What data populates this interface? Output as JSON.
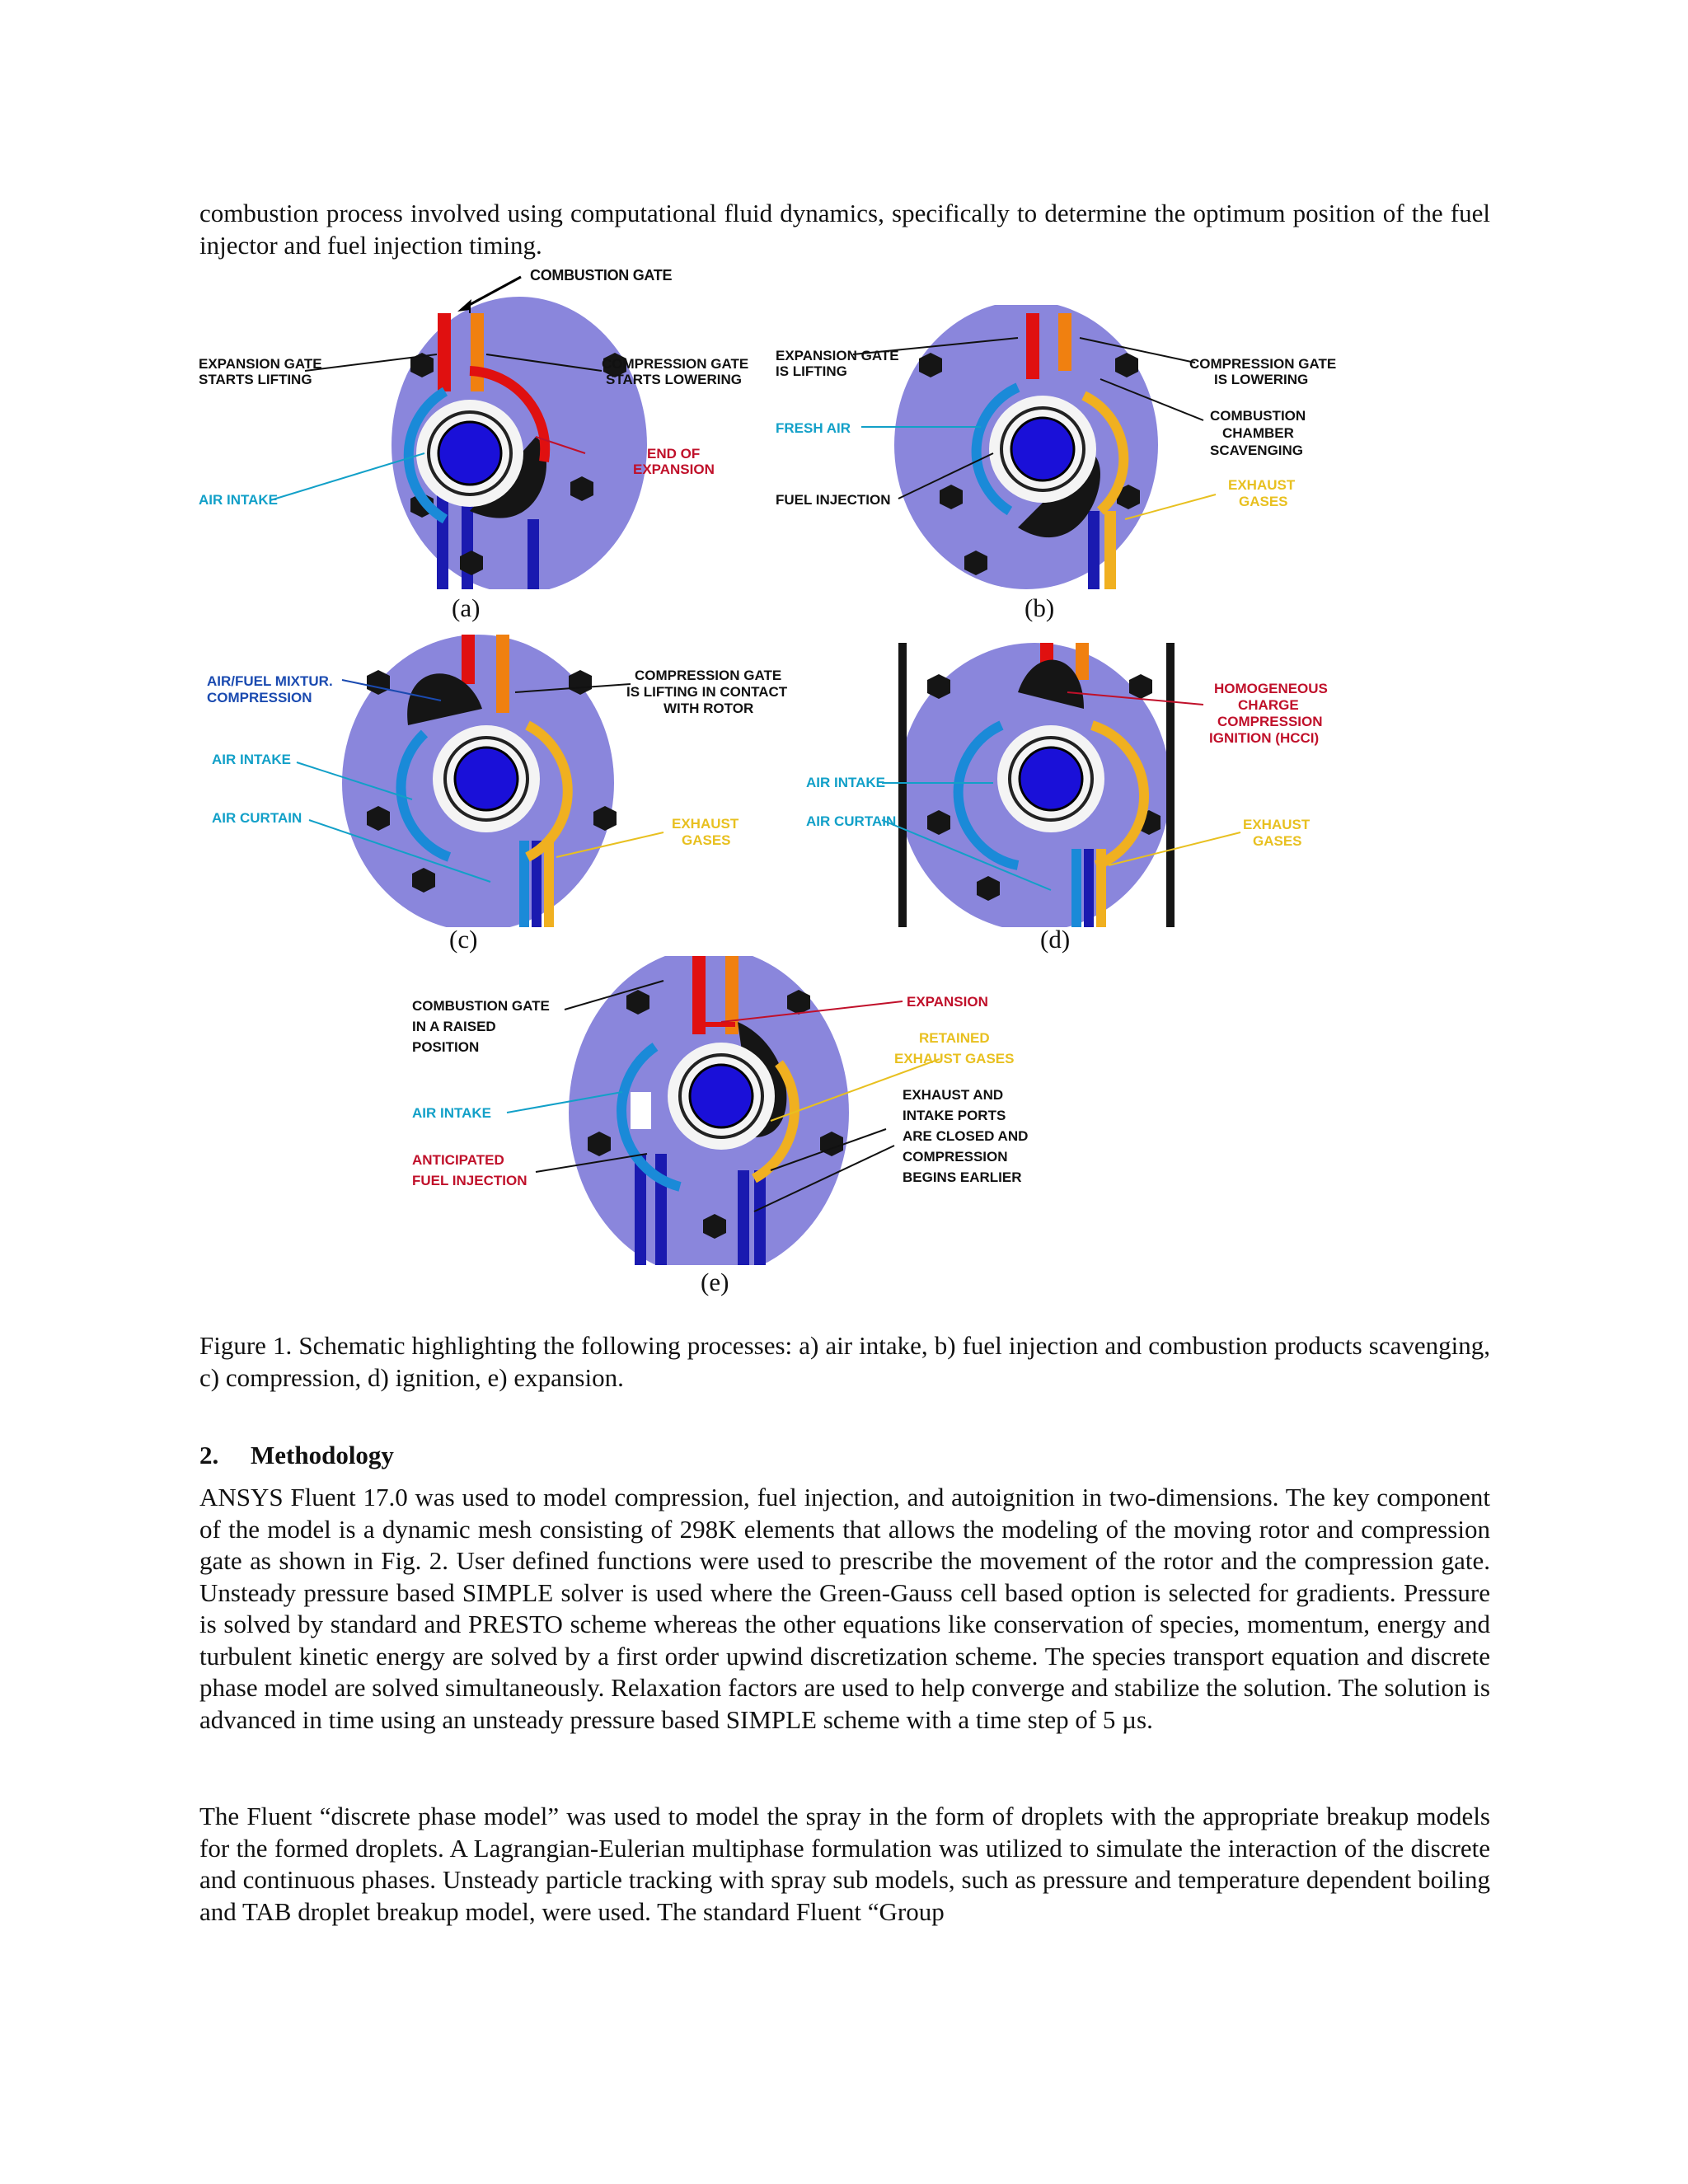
{
  "intro_text": "combustion process involved using computational fluid dynamics, specifically to determine the optimum position of the fuel injector and fuel injection timing.",
  "figure": {
    "top_label": "COMBUSTION GATE",
    "panels": [
      {
        "id": "a",
        "caption": "(a)",
        "labels": [
          "EXPANSION GATE",
          "STARTS LIFTING",
          "COMPRESSION GATE",
          "STARTS LOWERING",
          "END OF",
          "EXPANSION",
          "AIR INTAKE"
        ]
      },
      {
        "id": "b",
        "caption": "(b)",
        "labels": [
          "EXPANSION GATE",
          "IS LIFTING",
          "COMPRESSION GATE",
          "IS LOWERING",
          "FRESH AIR",
          "COMBUSTION",
          "CHAMBER",
          "SCAVENGING",
          "FUEL INJECTION",
          "EXHAUST",
          "GASES"
        ]
      },
      {
        "id": "c",
        "caption": "(c)",
        "labels": [
          "AIR/FUEL MIXTUR.",
          "COMPRESSION",
          "COMPRESSION GATE",
          "IS LIFTING IN CONTACT",
          "WITH ROTOR",
          "AIR INTAKE",
          "AIR CURTAIN",
          "EXHAUST",
          "GASES"
        ]
      },
      {
        "id": "d",
        "caption": "(d)",
        "labels": [
          "HOMOGENEOUS",
          "CHARGE",
          "COMPRESSION",
          "IGNITION (HCCI)",
          "AIR INTAKE",
          "AIR CURTAIN",
          "EXHAUST",
          "GASES"
        ]
      },
      {
        "id": "e",
        "caption": "(e)",
        "labels": [
          "COMBUSTION GATE",
          "IN A RAISED",
          "POSITION",
          "EXPANSION",
          "RETAINED",
          "EXHAUST GASES",
          "AIR INTAKE",
          "EXHAUST AND",
          "INTAKE PORTS",
          "ARE CLOSED AND",
          "COMPRESSION",
          "BEGINS EARLIER",
          "ANTICIPATED",
          "FUEL INJECTION"
        ]
      }
    ],
    "caption": "Figure 1. Schematic highlighting the following processes: a) air intake, b) fuel injection and combustion products scavenging, c) compression, d) ignition, e) expansion."
  },
  "section": {
    "number": "2.",
    "title": "Methodology"
  },
  "paragraph1": "ANSYS Fluent 17.0 was used to model compression, fuel injection, and autoignition in two-dimensions. The key component of the model is a dynamic mesh consisting of 298K elements that allows the modeling of the moving rotor and compression gate as shown in Fig. 2. User defined functions were used to prescribe the movement of the rotor and the compression gate. Unsteady pressure based SIMPLE solver is used where the Green-Gauss cell based option is selected for gradients. Pressure is solved by standard and PRESTO scheme whereas the other equations like conservation of species, momentum, energy and turbulent kinetic energy are solved by a first order upwind discretization scheme. The species transport equation and discrete phase model are solved simultaneously. Relaxation factors are used to help converge and stabilize the solution. The solution is advanced in time using an unsteady pressure based SIMPLE scheme with a time step of 5 µs.",
  "paragraph2": "The Fluent “discrete phase model” was used to model the spray in the form of droplets with the appropriate breakup models for the formed droplets. A Lagrangian-Eulerian multiphase formulation was utilized to simulate the interaction of the discrete and continuous phases. Unsteady particle tracking with spray sub models, such as pressure and temperature dependent boiling and TAB droplet breakup model, were used. The standard Fluent “Group",
  "colors": {
    "housing": "#8a86dc",
    "rotor_core": "#1a10d8",
    "gate_red": "#e01010",
    "gate_orange": "#f08010",
    "air_blue": "#1a8ad8",
    "exhaust_yellow": "#f0b020",
    "label_red": "#c0102a",
    "label_cyan": "#12a0c8",
    "label_yellow": "#e8c020"
  }
}
